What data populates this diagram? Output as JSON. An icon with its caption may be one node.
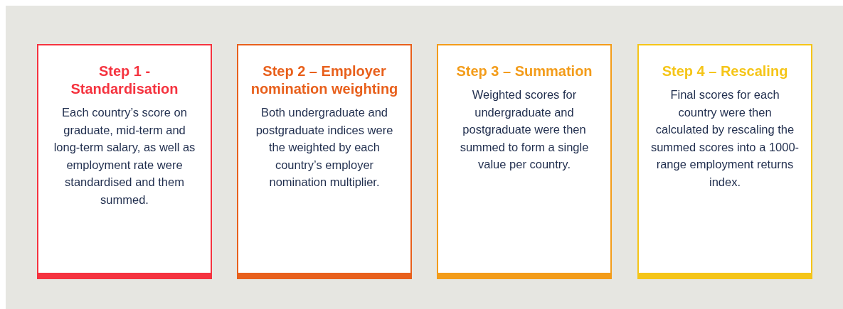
{
  "diagram": {
    "nodes": [
      {
        "text": [
          "Step 1 - Standardisation",
          "Each country’s score on graduate, mid-term and long-term salary, as well as employment rate were standardised and them summed."
        ]
      },
      {
        "text": [
          "Step 2 – Employer nomination weighting",
          "Both undergraduate and postgraduate indices were the weighted by each country’s employer nomination multiplier."
        ]
      },
      {
        "text": [
          "Step 3 – Summation",
          "Weighted scores for undergraduate and postgraduate were then summed to form a single value per country."
        ]
      },
      {
        "text": [
          "Step 4 – Rescaling",
          "Final scores for each country were then calculated by rescaling the summed scores into a 1000-range employment returns index."
        ]
      }
    ]
  }
}
